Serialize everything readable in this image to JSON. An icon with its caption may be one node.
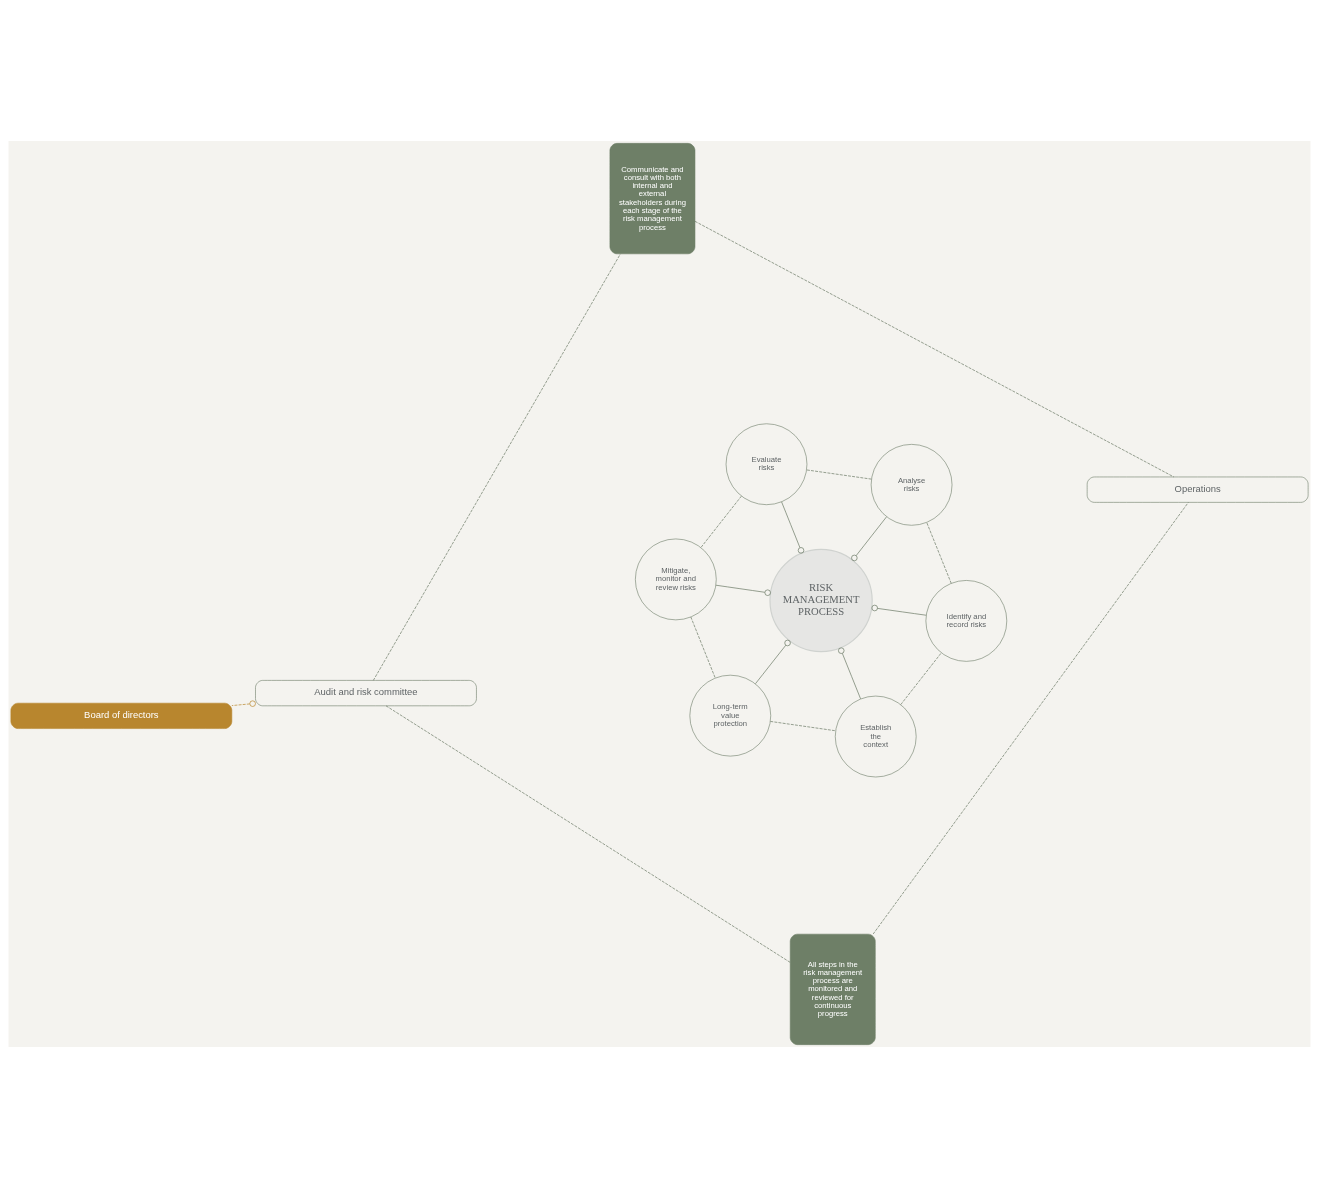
{
  "diagram": {
    "nodes": [
      {
        "text": [
          "Board of directors"
        ]
      },
      {
        "text": [
          "Audit and risk committee"
        ]
      },
      {
        "text": [
          "All steps in the risk management process are monitored and reviewed for continuous progress"
        ]
      },
      {
        "text": [
          "Communicate and consult with both internal and external stakeholders during each stage of the risk management process"
        ]
      },
      {
        "text": [
          "RISK MANAGEMENT PROCESS"
        ]
      },
      {
        "text": [
          "Establish the context"
        ]
      },
      {
        "text": [
          "Identify and record risks"
        ]
      },
      {
        "text": [
          "Analyse risks"
        ]
      },
      {
        "text": [
          "Evaluate risks"
        ]
      },
      {
        "text": [
          "Mitigate, monitor and review risks"
        ]
      },
      {
        "text": [
          "Long-term value protection"
        ]
      },
      {
        "text": [
          "Operations"
        ]
      }
    ],
    "edges": [
      {
        "from": 1,
        "to": 0,
        "arrow": "other",
        "style": "dashed",
        "color": "#b8862e"
      },
      {
        "from": 1,
        "to": 2,
        "arrow": "none",
        "style": "dashed"
      },
      {
        "from": 2,
        "to": 11,
        "arrow": "none",
        "style": "dashed"
      },
      {
        "from": 1,
        "to": 3,
        "arrow": "none",
        "style": "dashed"
      },
      {
        "from": 3,
        "to": 11,
        "arrow": "none",
        "style": "dashed"
      },
      {
        "from": 4,
        "to": 5,
        "arrow": "other"
      },
      {
        "from": 4,
        "to": 6,
        "arrow": "other"
      },
      {
        "from": 4,
        "to": 7,
        "arrow": "other"
      },
      {
        "from": 4,
        "to": 8,
        "arrow": "other"
      },
      {
        "from": 4,
        "to": 9,
        "arrow": "other"
      },
      {
        "from": 4,
        "to": 10,
        "arrow": "other"
      },
      {
        "from": 10,
        "to": 5,
        "arrow": "none",
        "style": "dashed"
      },
      {
        "from": 5,
        "to": 6,
        "arrow": "none",
        "style": "dashed"
      },
      {
        "from": 6,
        "to": 7,
        "arrow": "none",
        "style": "dashed"
      },
      {
        "from": 7,
        "to": 8,
        "arrow": "none",
        "style": "dashed"
      },
      {
        "from": 8,
        "to": 9,
        "arrow": "none",
        "style": "dashed"
      },
      {
        "from": 9,
        "to": 10,
        "arrow": "none",
        "style": "dashed"
      }
    ]
  }
}
